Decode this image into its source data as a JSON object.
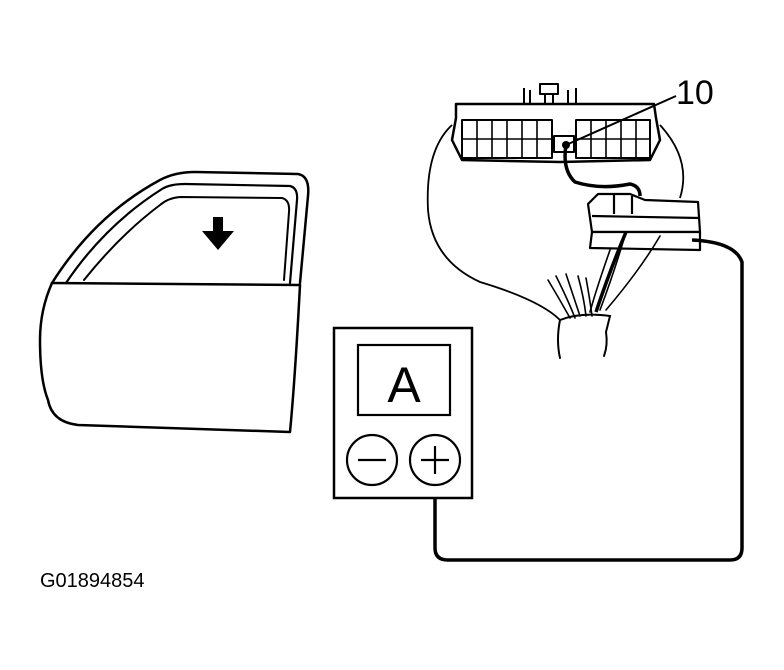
{
  "callout": {
    "number": "10"
  },
  "meter": {
    "display_letter": "A",
    "negative_symbol": "−",
    "positive_symbol": "+"
  },
  "figure_id": "G01894854",
  "icons": {
    "door": "car-door-icon",
    "arrow": "down-arrow-icon",
    "connector": "connector-icon",
    "ammeter": "ammeter-icon"
  }
}
